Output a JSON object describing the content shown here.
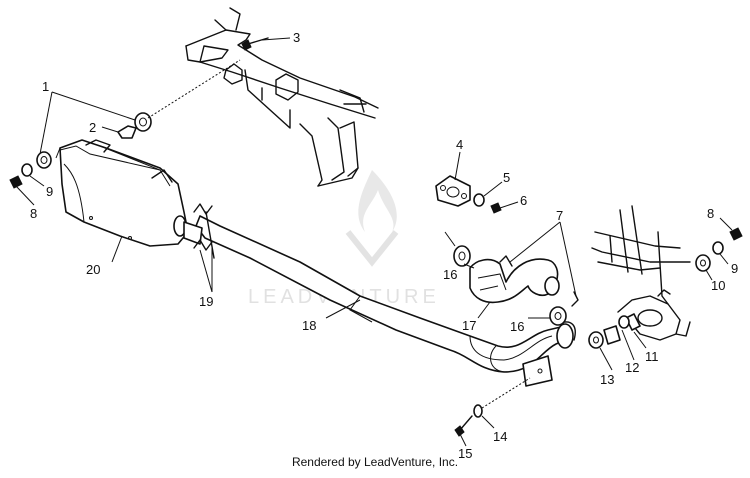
{
  "callouts": {
    "c1": "1",
    "c2": "2",
    "c3": "3",
    "c4": "4",
    "c5": "5",
    "c6": "6",
    "c7": "7",
    "c8a": "8",
    "c8b": "8",
    "c9a": "9",
    "c9b": "9",
    "c10": "10",
    "c11": "11",
    "c12": "12",
    "c13": "13",
    "c14": "14",
    "c15": "15",
    "c16a": "16",
    "c16b": "16",
    "c17": "17",
    "c18": "18",
    "c19": "19",
    "c20": "20"
  },
  "watermark": "LEADVENTURE",
  "footer": "Rendered by LeadVenture, Inc."
}
